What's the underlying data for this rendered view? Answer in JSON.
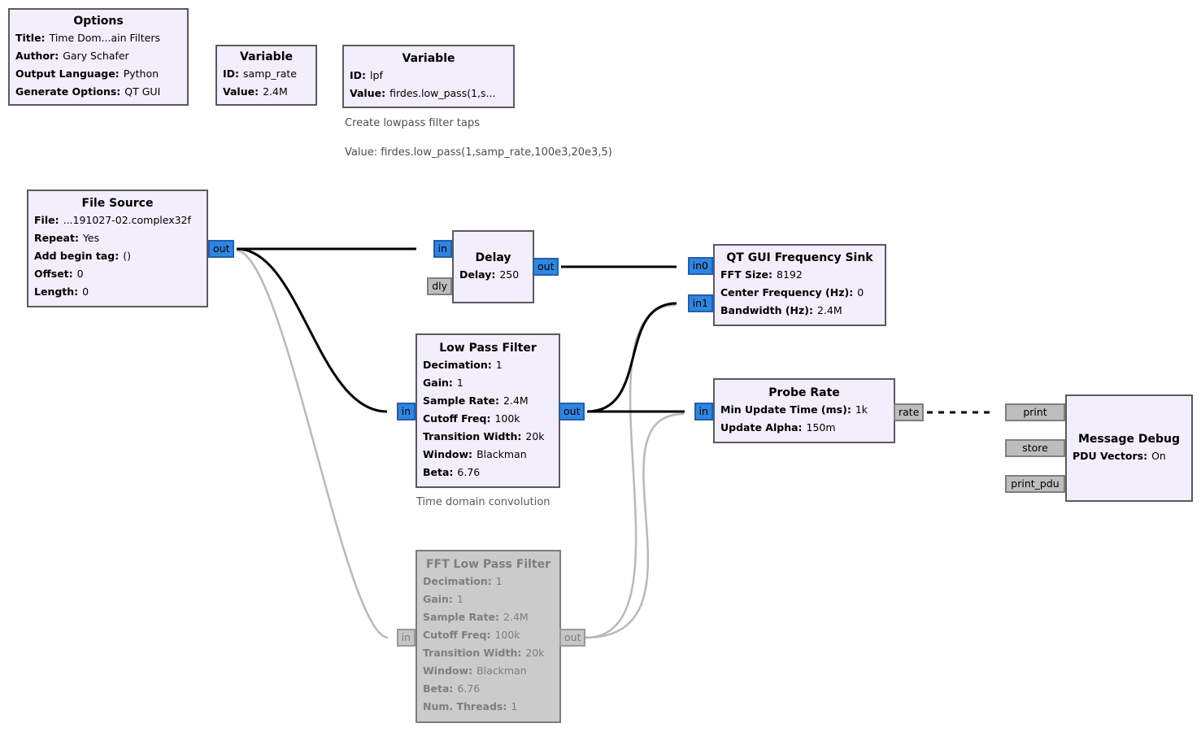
{
  "blocks": {
    "options": {
      "title": "Options",
      "params": [
        {
          "label": "Title:",
          "value": "Time Dom...ain Filters"
        },
        {
          "label": "Author:",
          "value": "Gary Schafer"
        },
        {
          "label": "Output Language:",
          "value": "Python"
        },
        {
          "label": "Generate Options:",
          "value": "QT GUI"
        }
      ]
    },
    "variable_samp_rate": {
      "title": "Variable",
      "params": [
        {
          "label": "ID:",
          "value": "samp_rate"
        },
        {
          "label": "Value:",
          "value": "2.4M"
        }
      ]
    },
    "variable_lpf": {
      "title": "Variable",
      "params": [
        {
          "label": "ID:",
          "value": "lpf"
        },
        {
          "label": "Value:",
          "value": "firdes.low_pass(1,s..."
        }
      ]
    },
    "file_source": {
      "title": "File Source",
      "params": [
        {
          "label": "File:",
          "value": "...191027-02.complex32f"
        },
        {
          "label": "Repeat:",
          "value": "Yes"
        },
        {
          "label": "Add begin tag:",
          "value": "()"
        },
        {
          "label": "Offset:",
          "value": "0"
        },
        {
          "label": "Length:",
          "value": "0"
        }
      ],
      "ports": {
        "out": "out"
      }
    },
    "delay": {
      "title": "Delay",
      "params": [
        {
          "label": "Delay:",
          "value": "250"
        }
      ],
      "ports": {
        "in": "in",
        "dly": "dly",
        "out": "out"
      }
    },
    "freq_sink": {
      "title": "QT GUI Frequency Sink",
      "params": [
        {
          "label": "FFT Size:",
          "value": "8192"
        },
        {
          "label": "Center Frequency (Hz):",
          "value": "0"
        },
        {
          "label": "Bandwidth (Hz):",
          "value": "2.4M"
        }
      ],
      "ports": {
        "in0": "in0",
        "in1": "in1"
      }
    },
    "low_pass_filter": {
      "title": "Low Pass Filter",
      "params": [
        {
          "label": "Decimation:",
          "value": "1"
        },
        {
          "label": "Gain:",
          "value": "1"
        },
        {
          "label": "Sample Rate:",
          "value": "2.4M"
        },
        {
          "label": "Cutoff Freq:",
          "value": "100k"
        },
        {
          "label": "Transition Width:",
          "value": "20k"
        },
        {
          "label": "Window:",
          "value": "Blackman"
        },
        {
          "label": "Beta:",
          "value": "6.76"
        }
      ],
      "ports": {
        "in": "in",
        "out": "out"
      }
    },
    "probe_rate": {
      "title": "Probe Rate",
      "params": [
        {
          "label": "Min Update Time (ms):",
          "value": "1k"
        },
        {
          "label": "Update Alpha:",
          "value": "150m"
        }
      ],
      "ports": {
        "in": "in",
        "rate": "rate"
      }
    },
    "message_debug": {
      "title": "Message Debug",
      "params": [
        {
          "label": "PDU Vectors:",
          "value": "On"
        }
      ],
      "ports": {
        "print": "print",
        "store": "store",
        "print_pdu": "print_pdu"
      }
    },
    "fft_low_pass_filter": {
      "title": "FFT Low Pass Filter",
      "disabled": true,
      "params": [
        {
          "label": "Decimation:",
          "value": "1"
        },
        {
          "label": "Gain:",
          "value": "1"
        },
        {
          "label": "Sample Rate:",
          "value": "2.4M"
        },
        {
          "label": "Cutoff Freq:",
          "value": "100k"
        },
        {
          "label": "Transition Width:",
          "value": "20k"
        },
        {
          "label": "Window:",
          "value": "Blackman"
        },
        {
          "label": "Beta:",
          "value": "6.76"
        },
        {
          "label": "Num. Threads:",
          "value": "1"
        }
      ],
      "ports": {
        "in": "in",
        "out": "out"
      }
    }
  },
  "comments": {
    "lpf_taps_line1": "Create lowpass filter taps",
    "lpf_taps_line2": "Value: firdes.low_pass(1,samp_rate,100e3,20e3,5)",
    "time_domain": "Time domain convolution"
  },
  "connections": [
    {
      "source": "file_source.out",
      "target": "delay.in",
      "kind": "stream",
      "enabled": true
    },
    {
      "source": "file_source.out",
      "target": "low_pass_filter.in",
      "kind": "stream",
      "enabled": true
    },
    {
      "source": "file_source.out",
      "target": "fft_low_pass_filter.in",
      "kind": "stream",
      "enabled": false
    },
    {
      "source": "delay.out",
      "target": "freq_sink.in0",
      "kind": "stream",
      "enabled": true
    },
    {
      "source": "low_pass_filter.out",
      "target": "freq_sink.in1",
      "kind": "stream",
      "enabled": true
    },
    {
      "source": "low_pass_filter.out",
      "target": "probe_rate.in",
      "kind": "stream",
      "enabled": true
    },
    {
      "source": "fft_low_pass_filter.out",
      "target": "freq_sink.in1",
      "kind": "stream",
      "enabled": false
    },
    {
      "source": "fft_low_pass_filter.out",
      "target": "probe_rate.in",
      "kind": "stream",
      "enabled": false
    },
    {
      "source": "probe_rate.rate",
      "target": "message_debug.print",
      "kind": "message",
      "enabled": true
    }
  ],
  "colors": {
    "block_fill": "#f2eefb",
    "block_border": "#5a5a62",
    "disabled_fill": "#cbcbcb",
    "stream_port": "#2f86e0",
    "message_port": "#bdbdbd",
    "wire_enabled": "#000000",
    "wire_disabled": "#b9b9b9"
  }
}
